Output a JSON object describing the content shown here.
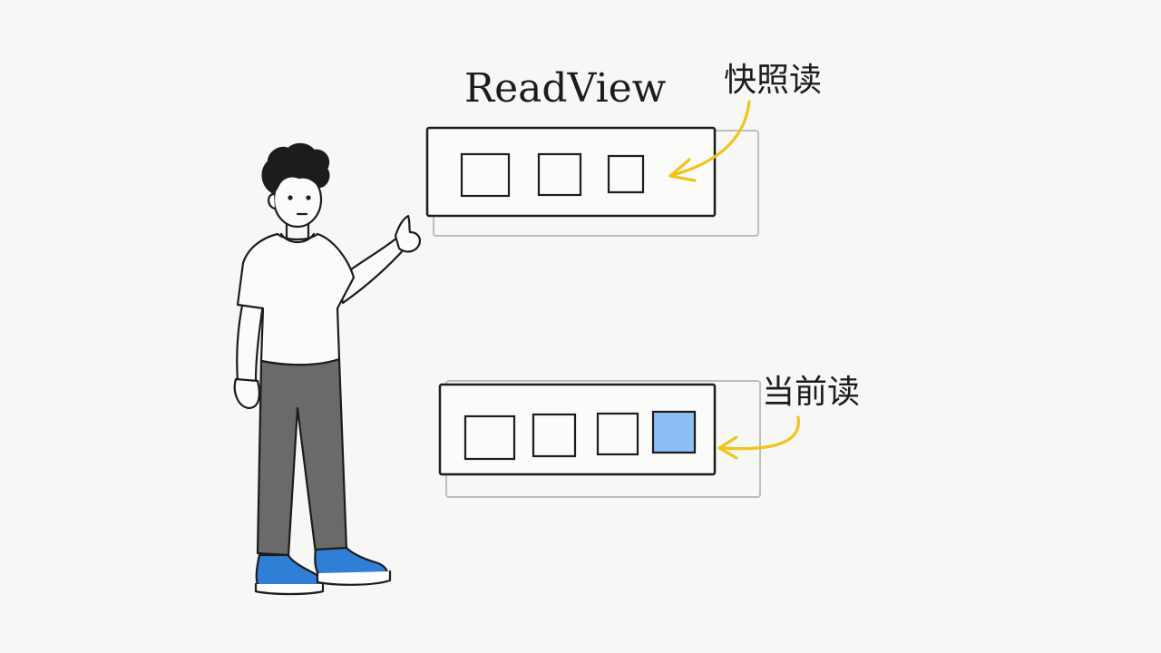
{
  "title": "ReadView",
  "snapshot_label": "快照读",
  "current_label": "当前读",
  "snapshot_row": {
    "cell_count": 3,
    "highlighted": []
  },
  "current_row": {
    "cell_count": 4,
    "highlighted": [
      3
    ]
  },
  "colors": {
    "ink": "#1c1c1c",
    "arrow": "#f2c318",
    "highlight": "#8cc0f5",
    "shoe": "#2f7fd6",
    "pants": "#6a6a6a",
    "background": "#f7f7f6"
  }
}
